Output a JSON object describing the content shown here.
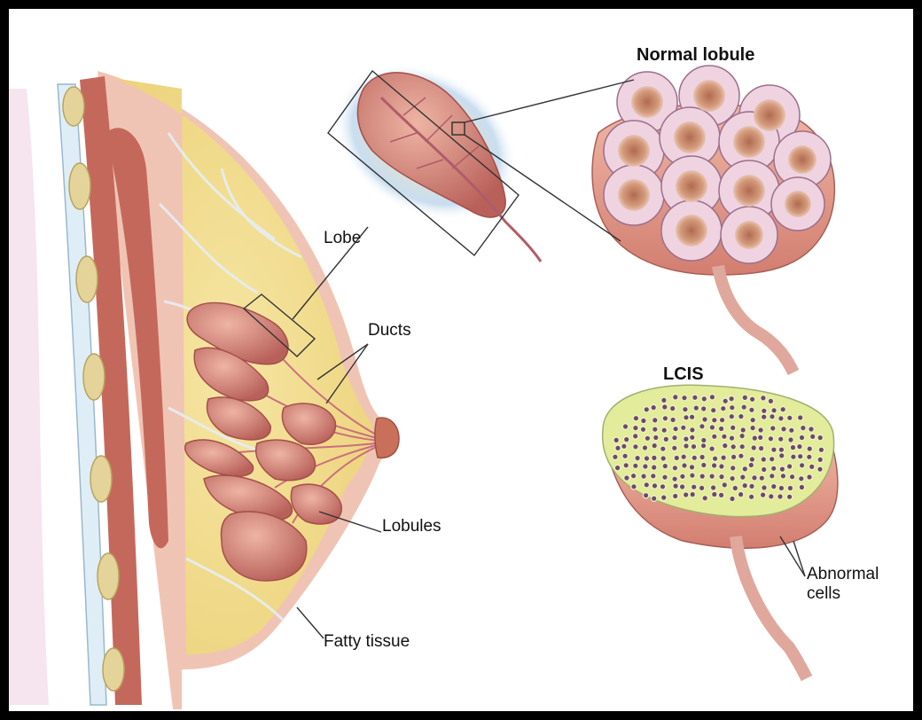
{
  "titles": {
    "normal_lobule": "Normal lobule",
    "lcis": "LCIS"
  },
  "labels": {
    "lobe": "Lobe",
    "ducts": "Ducts",
    "lobules": "Lobules",
    "fatty_tissue": "Fatty tissue",
    "abnormal_cells_line1": "Abnormal",
    "abnormal_cells_line2": "cells"
  },
  "colors": {
    "fat": "#f2dc8c",
    "tissue": "#d98a78",
    "lobule": "#c4706a",
    "muscle": "#b8645a",
    "skin": "#f1c7b0",
    "abnormal_fill": "#e2ec9a",
    "cell_nucleus": "#6a4a6e"
  }
}
